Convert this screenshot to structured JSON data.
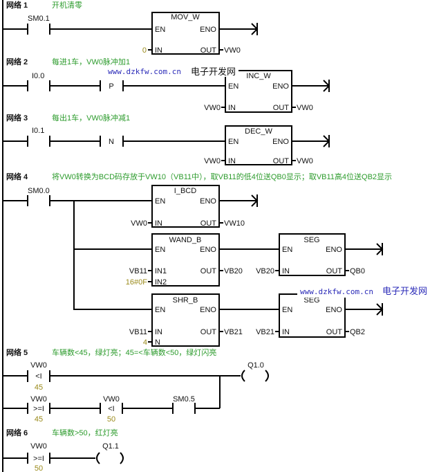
{
  "pins": {
    "en": "EN",
    "eno": "ENO",
    "in": "IN",
    "out": "OUT",
    "in1": "IN1",
    "in2": "IN2",
    "n": "N"
  },
  "watermark": {
    "url": "www.dzkfw.com.cn",
    "name": "电子开发网"
  },
  "networks": [
    {
      "header": "网络 1",
      "comment": "开机清零",
      "contact": "SM0.1",
      "box": "MOV_W",
      "in": "0",
      "out": "VW0"
    },
    {
      "header": "网络 2",
      "comment": "每进1车，VW0脉冲加1",
      "contact": "I0.0",
      "edge": "P",
      "box": "INC_W",
      "in": "VW0",
      "out": "VW0"
    },
    {
      "header": "网络 3",
      "comment": "每出1车，VW0脉冲减1",
      "contact": "I0.1",
      "edge": "N",
      "box": "DEC_W",
      "in": "VW0",
      "out": "VW0"
    },
    {
      "header": "网络 4",
      "comment": "将VW0转换为BCD码存放于VW10（VB11中），取VB11的低4位送QB0显示；取VB11高4位送QB2显示",
      "contact": "SM0.0",
      "bcd": {
        "box": "I_BCD",
        "in": "VW0",
        "out": "VW10"
      },
      "wand": {
        "box": "WAND_B",
        "in1": "VB11",
        "in2": "16#0F",
        "out": "VB20"
      },
      "seg1": {
        "box": "SEG",
        "in": "VB20",
        "out": "QB0"
      },
      "shr": {
        "box": "SHR_B",
        "in": "VB11",
        "n": "4",
        "out": "VB21"
      },
      "seg2": {
        "box": "SEG",
        "in": "VB21",
        "out": "QB2"
      }
    },
    {
      "header": "网络 5",
      "comment": "车辆数<45，绿灯亮；45=<车辆数<50，绿灯闪亮",
      "c1": {
        "var": "VW0",
        "op": "<I",
        "val": "45"
      },
      "c2": {
        "var": "VW0",
        "op": ">=I",
        "val": "45"
      },
      "c3": {
        "var": "VW0",
        "op": "<I",
        "val": "50"
      },
      "c4": "SM0.5",
      "coil": "Q1.0"
    },
    {
      "header": "网络 6",
      "comment": "车辆数>50，红灯亮",
      "c1": {
        "var": "VW0",
        "op": ">=I",
        "val": "50"
      },
      "coil": "Q1.1"
    }
  ]
}
